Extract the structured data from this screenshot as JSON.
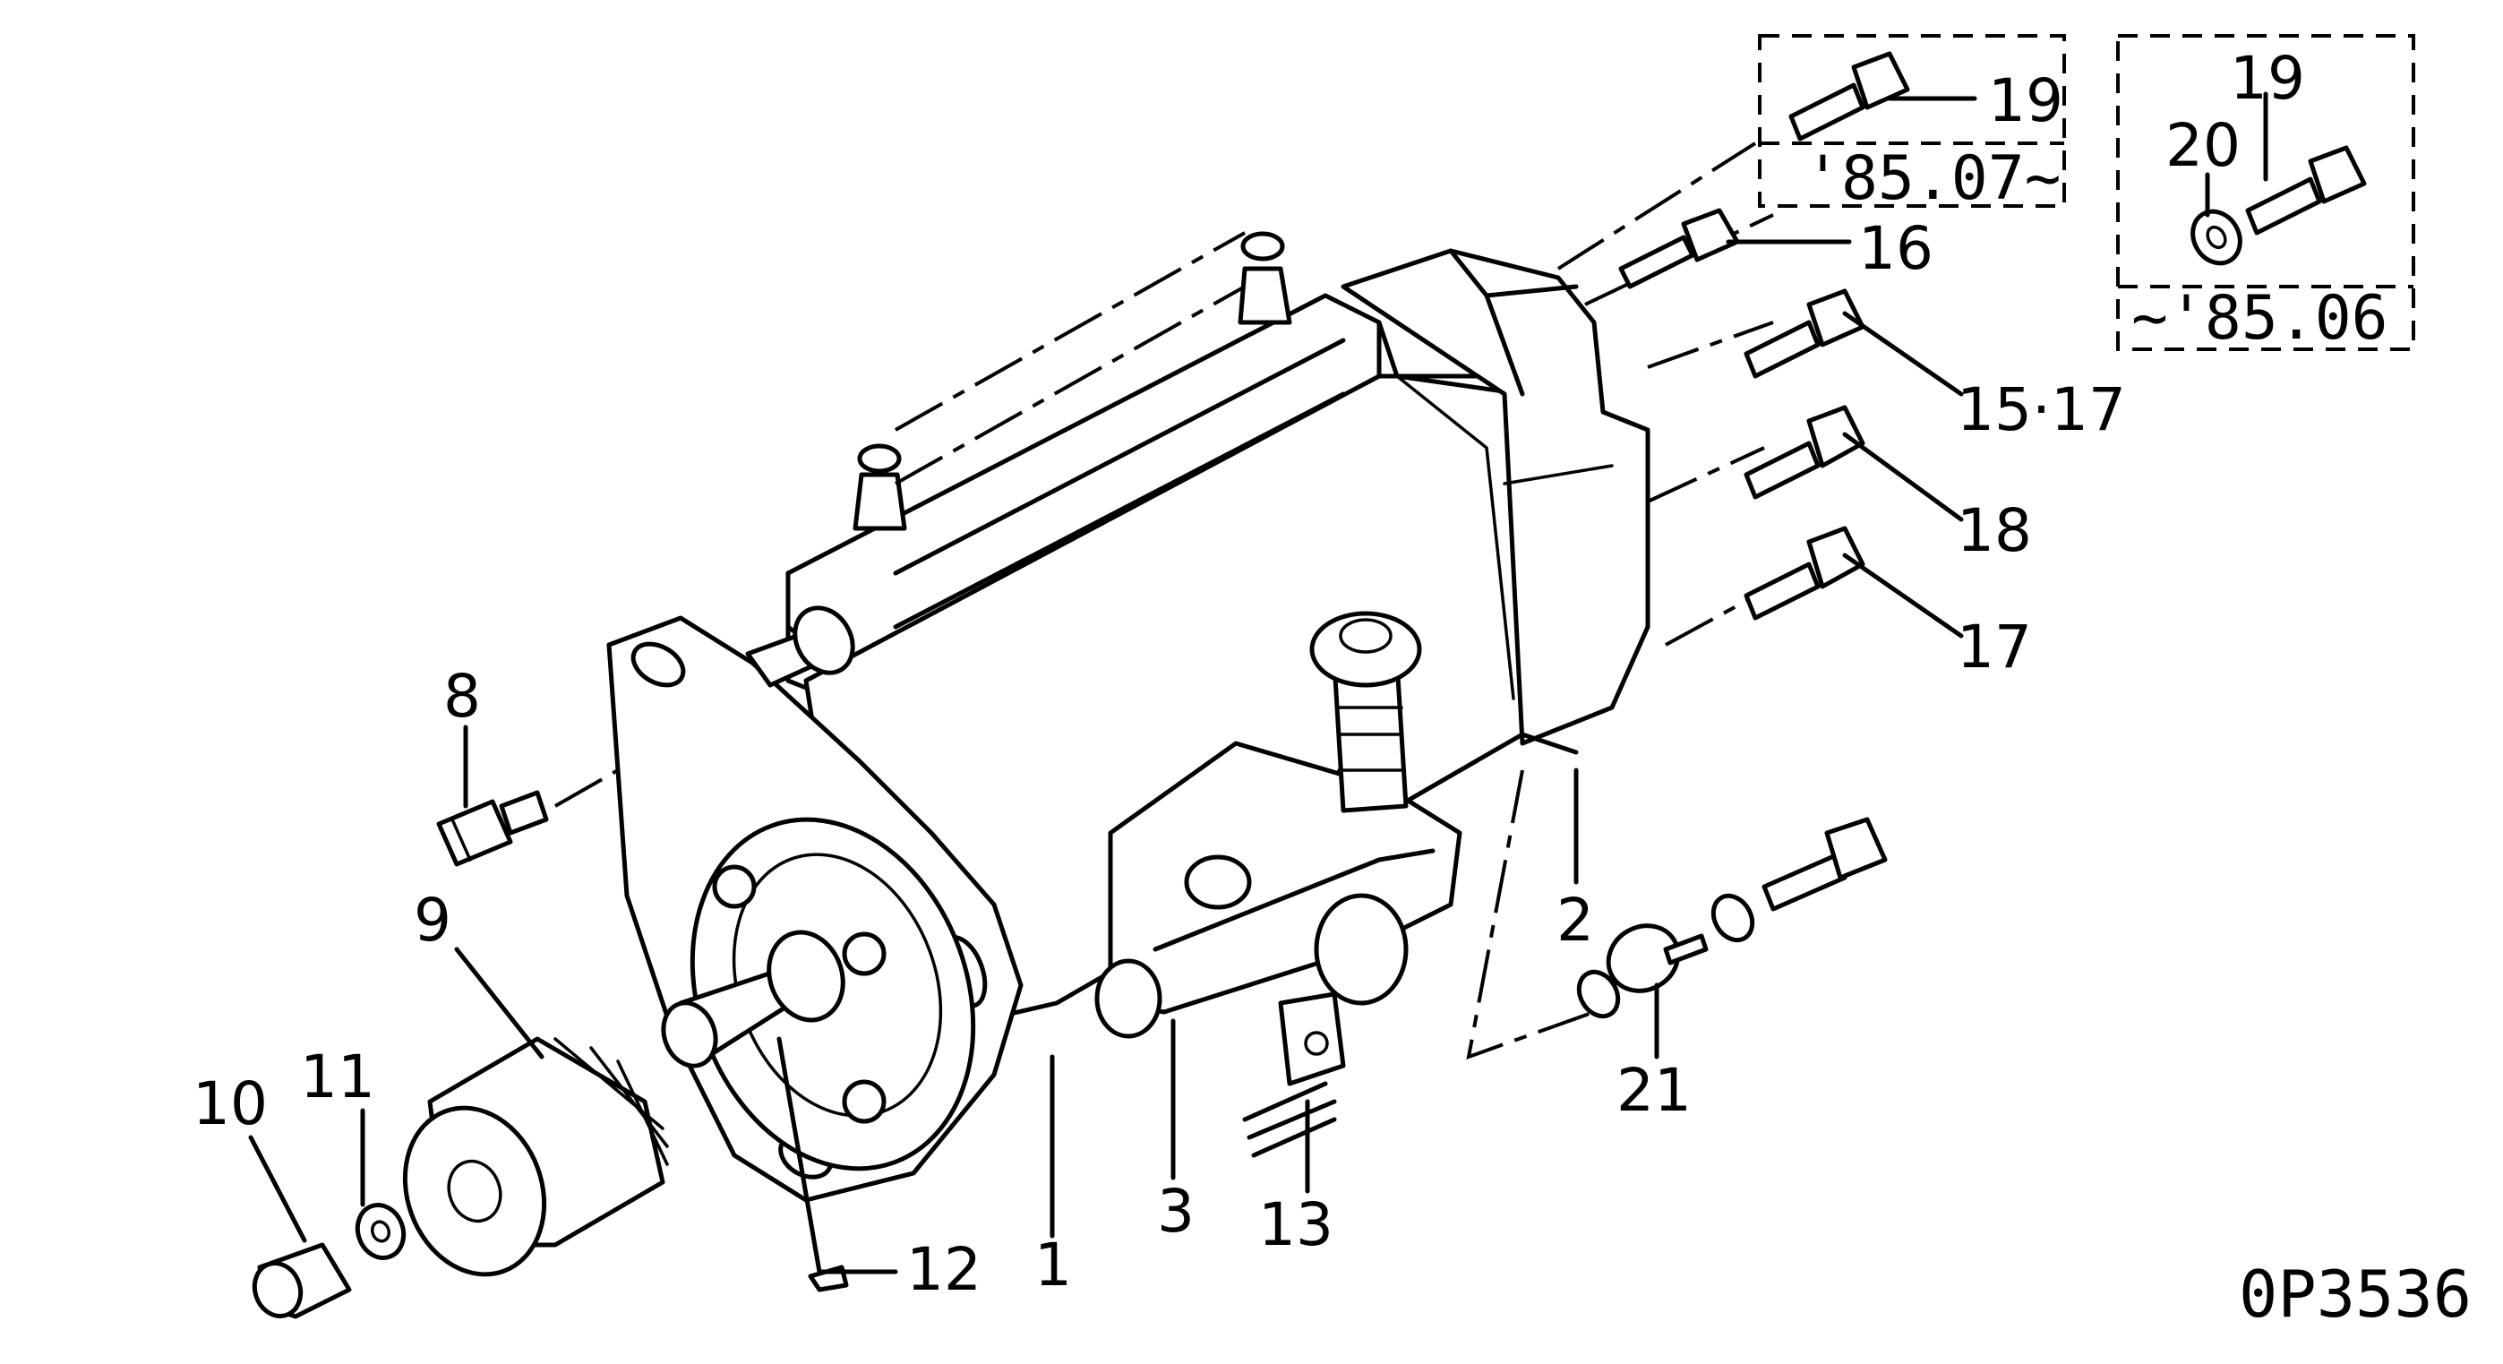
{
  "diagram_code": "0P3536",
  "callouts": {
    "c1": "1",
    "c2": "2",
    "c3": "3",
    "c8": "8",
    "c9": "9",
    "c10": "10",
    "c11": "11",
    "c12": "12",
    "c13": "13",
    "c15_17": "15·17",
    "c16": "16",
    "c17": "17",
    "c18": "18",
    "c19a": "19",
    "c19b": "19",
    "c20": "20",
    "c21": "21"
  },
  "date_ranges": {
    "from_date": "'85.07~",
    "until_date": "~'85.06"
  }
}
